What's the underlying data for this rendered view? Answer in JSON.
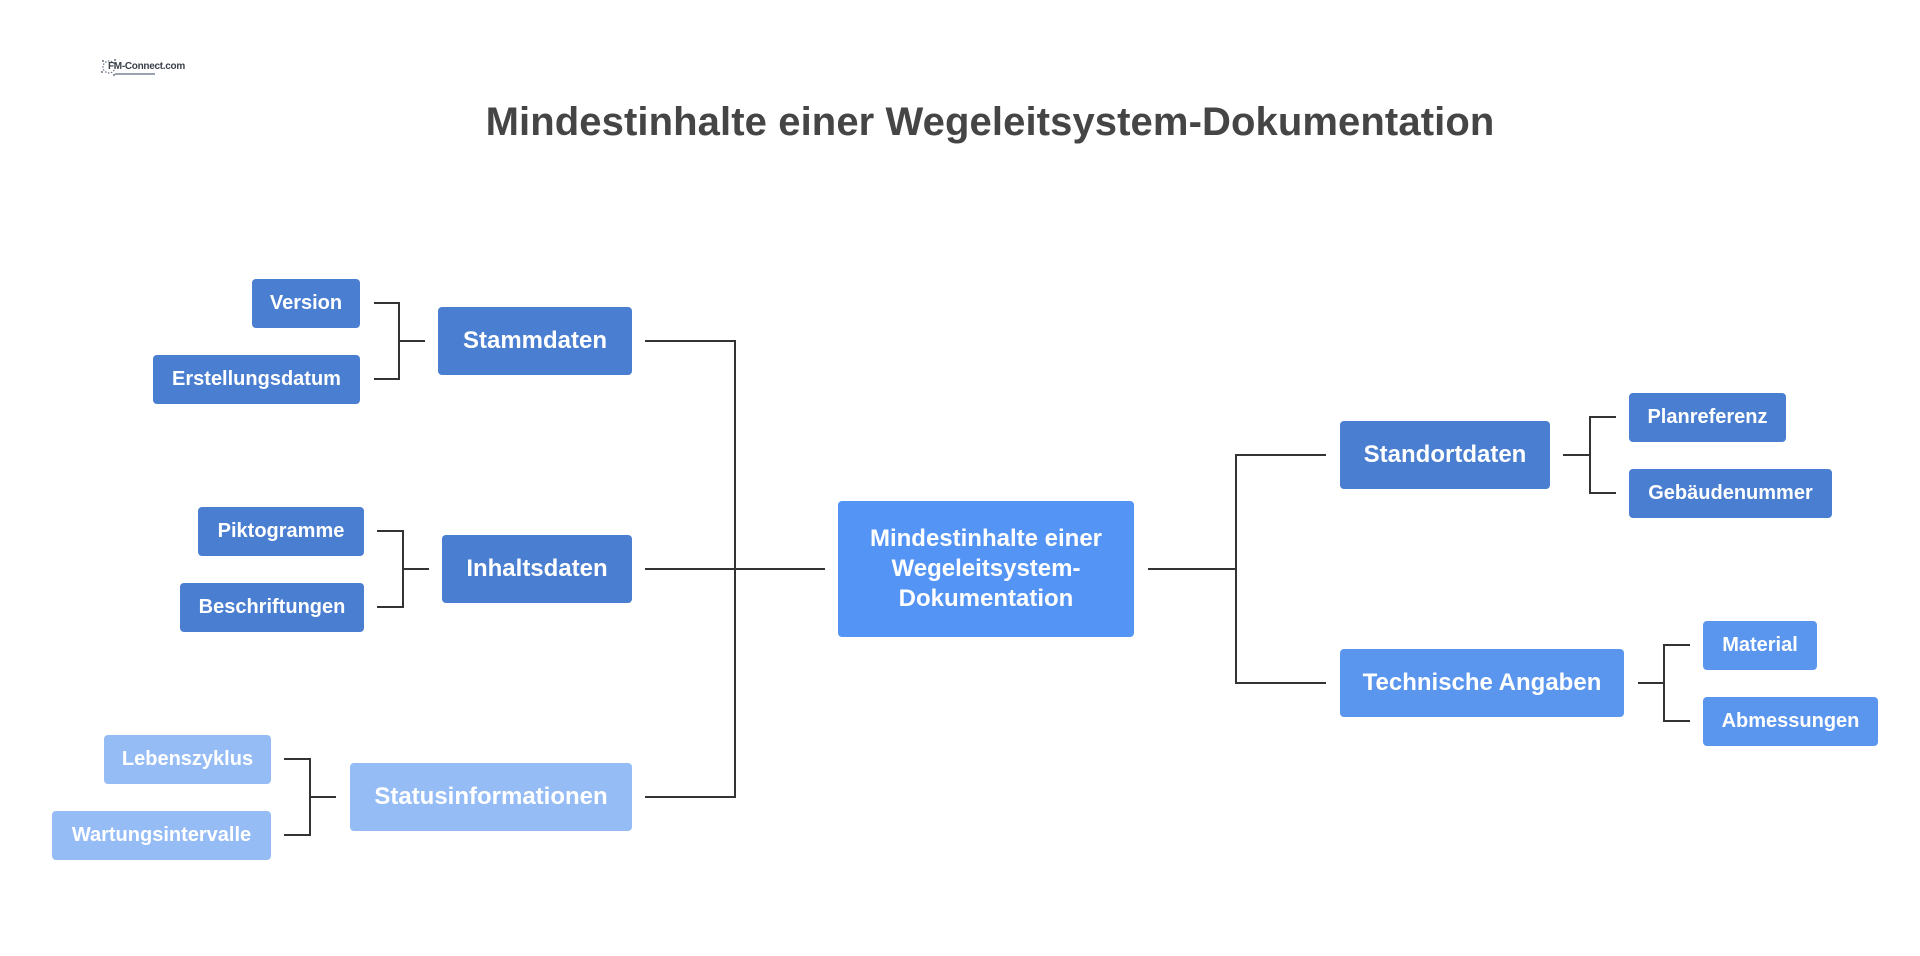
{
  "title": "Mindestinhalte einer Wegeleitsystem-Dokumentation",
  "logo": {
    "text": "FM-Connect.com"
  },
  "colors": {
    "dark": "#4a7ed0",
    "blue": "#5b96ee",
    "light": "#96bcf6",
    "center": "#5394f5",
    "connector": "#333333",
    "title_text": "#454545"
  },
  "root": {
    "label": "Mindestinhalte einer Wegeleitsystem-Dokumentation",
    "left": [
      {
        "label": "Stammdaten",
        "children": [
          "Version",
          "Erstellungsdatum"
        ]
      },
      {
        "label": "Inhaltsdaten",
        "children": [
          "Piktogramme",
          "Beschriftungen"
        ]
      },
      {
        "label": "Statusinformationen",
        "children": [
          "Lebenszyklus",
          "Wartungsintervalle"
        ]
      }
    ],
    "right": [
      {
        "label": "Standortdaten",
        "children": [
          "Planreferenz",
          "Gebäudenummer"
        ]
      },
      {
        "label": "Technische Angaben",
        "children": [
          "Material",
          "Abmessungen"
        ]
      }
    ]
  }
}
